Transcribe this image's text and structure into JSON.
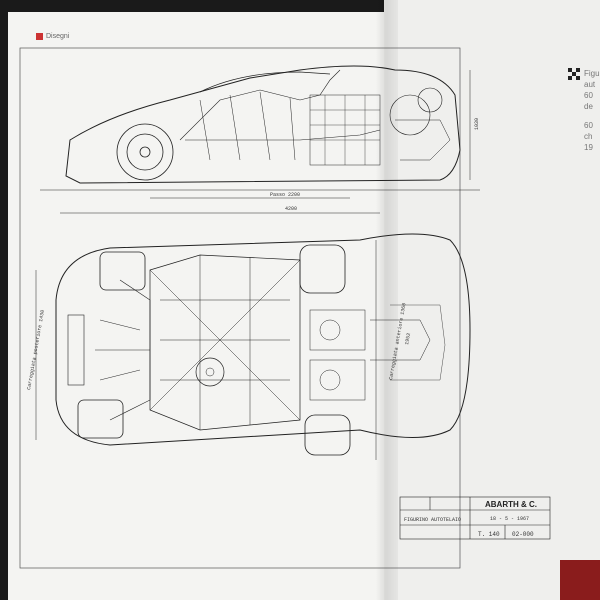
{
  "book": {
    "section_label": "Disegni",
    "caption_lines": [
      "Figu",
      "aut",
      "60",
      "de",
      "60",
      "ch",
      "19"
    ]
  },
  "drawing": {
    "side_view_dims": {
      "wheelbase": "Passo 2200",
      "overall_length": "4200",
      "height": "1030"
    },
    "top_view_labels": {
      "track_rear": "Carreggiata posteriore 1430",
      "track_front": "Carreggiata anteriore 1360",
      "width": "1952"
    },
    "title_block": {
      "company": "ABARTH & C.",
      "date": "18 - 5 - 1967",
      "drawing_title": "FIGURINO AUTOTELAIO",
      "model": "T. 140",
      "drawing_number": "02-000"
    }
  }
}
